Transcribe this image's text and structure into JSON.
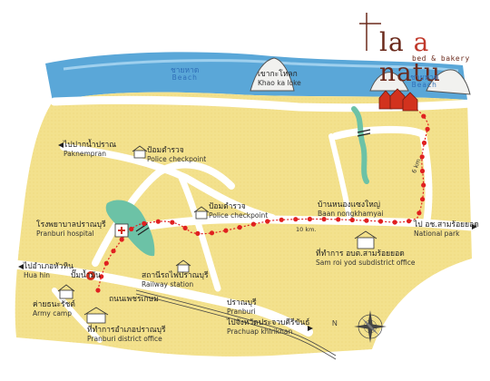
{
  "brand": {
    "name_part1": "la ",
    "name_accent": "a",
    "name_part2": " natu",
    "tagline": "bed & bakery"
  },
  "beaches": [
    {
      "th": "ชายหาด",
      "en": "Beach"
    },
    {
      "th": "ชายหาด",
      "en": "Beach"
    }
  ],
  "places": {
    "khao_kalok": {
      "th": "เขากะโหลก",
      "en": "Khao ka loke"
    },
    "paknampran": {
      "th": "ไปปากน้ำปราณ",
      "en": "Paknempran"
    },
    "police_1": {
      "th": "ป้อมตำรวจ",
      "en": "Police checkpoint"
    },
    "police_2": {
      "th": "ป้อมตำรวจ",
      "en": "Police checkpoint"
    },
    "pranburi_hospital": {
      "th": "โรงพยาบาลปราณบุรี",
      "en": "Pranburi hospital"
    },
    "baan_nong": {
      "th": "บ้านหนองแซงใหญ่",
      "en": "Baan nongkhamyai"
    },
    "national_park": {
      "th": "ไป อช.สามร้อยยอด",
      "en": "National park"
    },
    "subdistrict_office": {
      "th": "ที่ทำการ อบต.สามร้อยยอด",
      "en": "Sam roi yod subdistrict office"
    },
    "railway_station": {
      "th": "สถานีรถไฟปราณบุรี",
      "en": "Railway station"
    },
    "hua_hin": {
      "th": "ไปอำเภอหัวหิน",
      "en": "Hua hin"
    },
    "gas_station": {
      "th": "ปั๊มน้ำมัน"
    },
    "phetkasem": {
      "th": "ถนนเพชรเกษม"
    },
    "army_camp": {
      "th": "ค่ายธนะรัชต์",
      "en": "Army camp"
    },
    "pranburi": {
      "th": "ปราณบุรี",
      "en": "Pranburi"
    },
    "prachuap": {
      "th": "ไปจังหวัดประจวบคีรีขันธ์",
      "en": "Prachuap khirikhan"
    },
    "district_office": {
      "th": "ที่ทำการอำเภอปราณบุรี",
      "en": "Pranburi district office"
    }
  },
  "distances": {
    "d10": "10 km.",
    "d6": "6 km."
  },
  "compass": {
    "north": "N"
  },
  "colors": {
    "land": "#f3e18d",
    "sea": "#5aa7d8",
    "road": "#ffffff",
    "route": "#e02020",
    "pond": "#6cc2a6",
    "hotel": "#d2321e"
  }
}
